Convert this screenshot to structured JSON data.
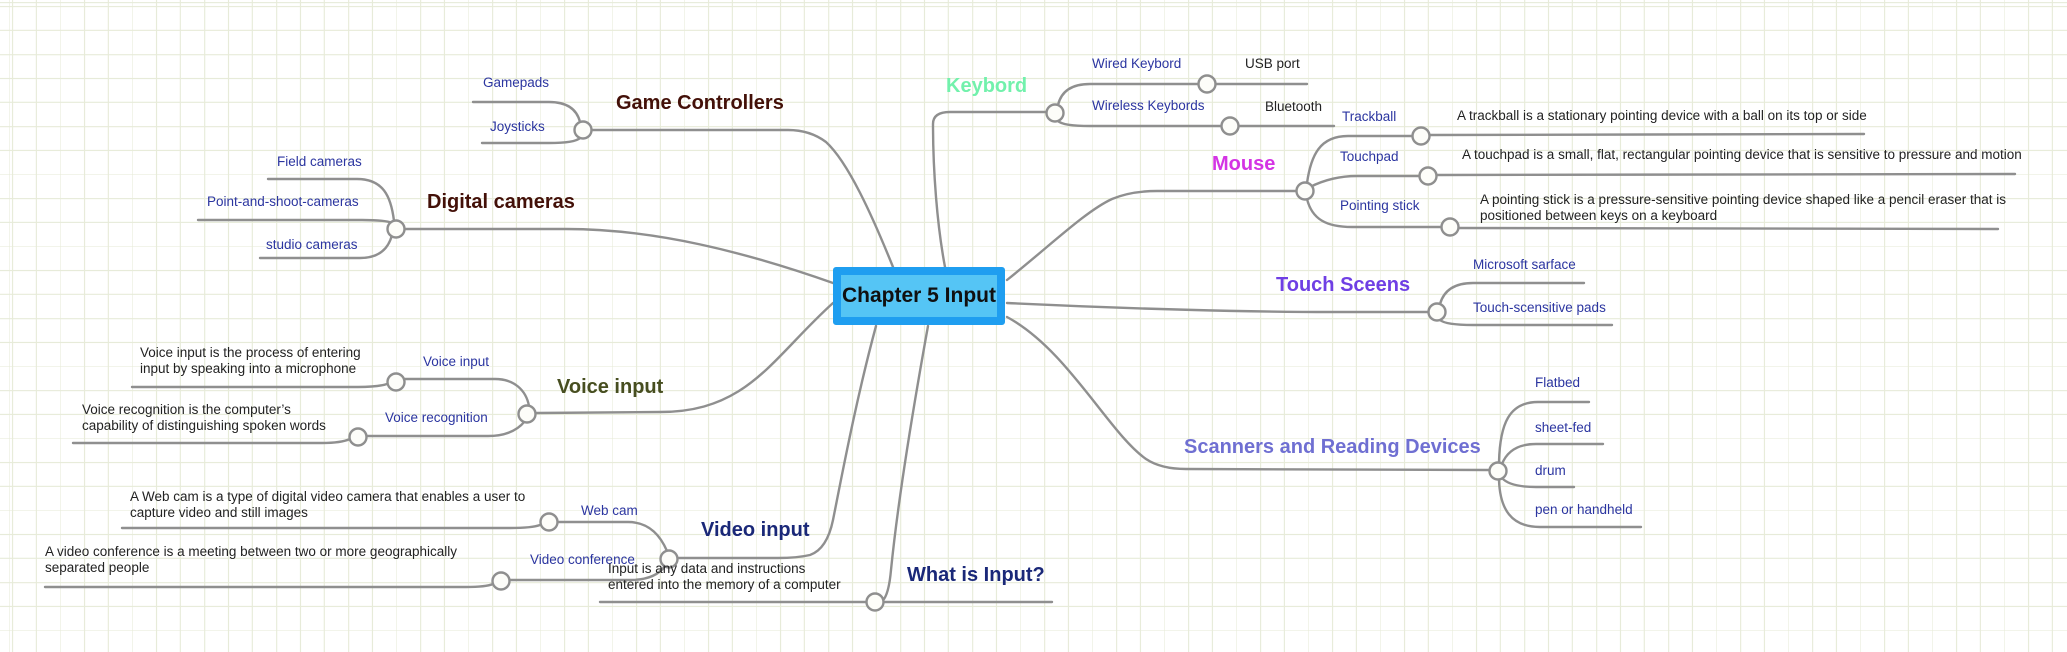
{
  "canvas": {
    "background_color": "#ffffff",
    "grid_color": "#e7ebd9",
    "connector_color": "#8f8f8f"
  },
  "center": {
    "label": "Chapter 5 Input",
    "border_color": "#1f9ef0",
    "fill_color": "#55c5f5"
  },
  "branches": [
    {
      "id": "keyboard",
      "label": "Keybord",
      "color": "#72f1ac",
      "children": [
        {
          "label": "Wired Keybord",
          "children": [
            {
              "label": "USB port"
            }
          ]
        },
        {
          "label": "Wireless Keybords",
          "children": [
            {
              "label": "Bluetooth"
            }
          ]
        }
      ]
    },
    {
      "id": "mouse",
      "label": "Mouse",
      "color": "#d434e4",
      "children": [
        {
          "label": "Trackball",
          "children": [
            {
              "label": "A trackball is a stationary pointing device with a ball on its top or side"
            }
          ]
        },
        {
          "label": "Touchpad",
          "children": [
            {
              "label": "A touchpad is a small, flat, rectangular pointing device that is sensitive to pressure and motion"
            }
          ]
        },
        {
          "label": "Pointing stick",
          "children": [
            {
              "label": "A pointing stick is a pressure-sensitive pointing device shaped like a pencil eraser that is positioned between keys on a keyboard"
            }
          ]
        }
      ]
    },
    {
      "id": "touch-screens",
      "label": "Touch Sceens",
      "color": "#6f3fe4",
      "children": [
        {
          "label": "Microsoft sarface"
        },
        {
          "label": "Touch-scensitive pads"
        }
      ]
    },
    {
      "id": "scanners",
      "label": "Scanners and Reading Devices",
      "color": "#6f6fd2",
      "children": [
        {
          "label": "Flatbed"
        },
        {
          "label": "sheet-fed"
        },
        {
          "label": "drum"
        },
        {
          "label": "pen or handheld"
        }
      ]
    },
    {
      "id": "game-controllers",
      "label": "Game Controllers",
      "color": "#431008",
      "children": [
        {
          "label": "Gamepads"
        },
        {
          "label": "Joysticks"
        }
      ]
    },
    {
      "id": "digital-cameras",
      "label": "Digital cameras",
      "color": "#431008",
      "children": [
        {
          "label": "Field cameras"
        },
        {
          "label": "Point-and-shoot-cameras"
        },
        {
          "label": "studio cameras"
        }
      ]
    },
    {
      "id": "voice-input",
      "label": "Voice input",
      "color": "#474e20",
      "children": [
        {
          "label": "Voice input",
          "children": [
            {
              "label": "Voice input is the process of entering input by speaking into a microphone"
            }
          ]
        },
        {
          "label": "Voice recognition",
          "children": [
            {
              "label": "Voice recognition is the computer’s capability of distinguishing spoken words"
            }
          ]
        }
      ]
    },
    {
      "id": "video-input",
      "label": "Video input",
      "color": "#1a2878",
      "children": [
        {
          "label": "Web cam",
          "children": [
            {
              "label": "A Web cam is a type of digital video camera that enables a user to capture video and still images"
            }
          ]
        },
        {
          "label": "Video conference",
          "children": [
            {
              "label": "A video conference is a meeting between two or more geographically separated people"
            }
          ]
        }
      ]
    },
    {
      "id": "what-is-input",
      "label": "What is Input?",
      "color": "#1a2878",
      "children": [
        {
          "label": "Input is any data and instructions entered into the memory of a computer"
        }
      ]
    }
  ]
}
